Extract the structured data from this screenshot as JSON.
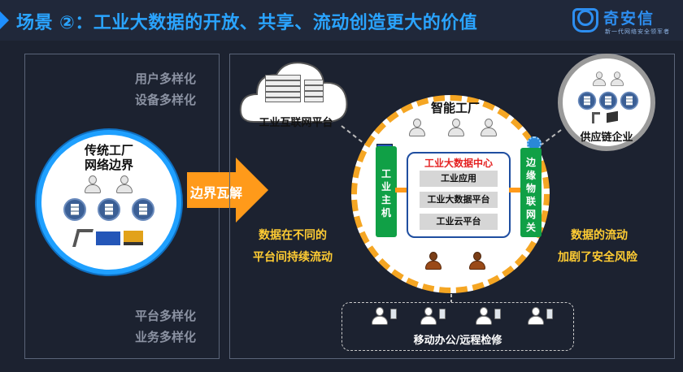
{
  "header": {
    "title": "场景 ②：工业大数据的开放、共享、流动创造更大的价值",
    "logo_name": "奇安信",
    "logo_tagline": "新一代网络安全领军者"
  },
  "left_panel": {
    "top_lines": [
      "用户多样化",
      "设备多样化"
    ],
    "bottom_lines": [
      "平台多样化",
      "业务多样化"
    ],
    "circle_title_1": "传统工厂",
    "circle_title_2": "网络边界"
  },
  "arrow": {
    "label": "边界瓦解"
  },
  "cloud": {
    "label": "工业互联网平台"
  },
  "smart_factory": {
    "title": "智能工厂",
    "core_title": "工业大数据中心",
    "core_items": [
      "工业应用",
      "工业大数据平台",
      "工业云平台"
    ],
    "left_bar": "工业主机",
    "right_bar": "边缘物联网关"
  },
  "supply_chain": {
    "label": "供应链企业"
  },
  "left_caption": [
    "数据在不同的",
    "平台间持续流动"
  ],
  "right_caption": [
    "数据的流动",
    "加剧了安全风险"
  ],
  "mobile": {
    "label": "移动办公/远程检修"
  },
  "colors": {
    "accent": "#2aa4ff",
    "orange": "#ff9a1a",
    "gold": "#ffcc33",
    "green": "#10a046"
  }
}
